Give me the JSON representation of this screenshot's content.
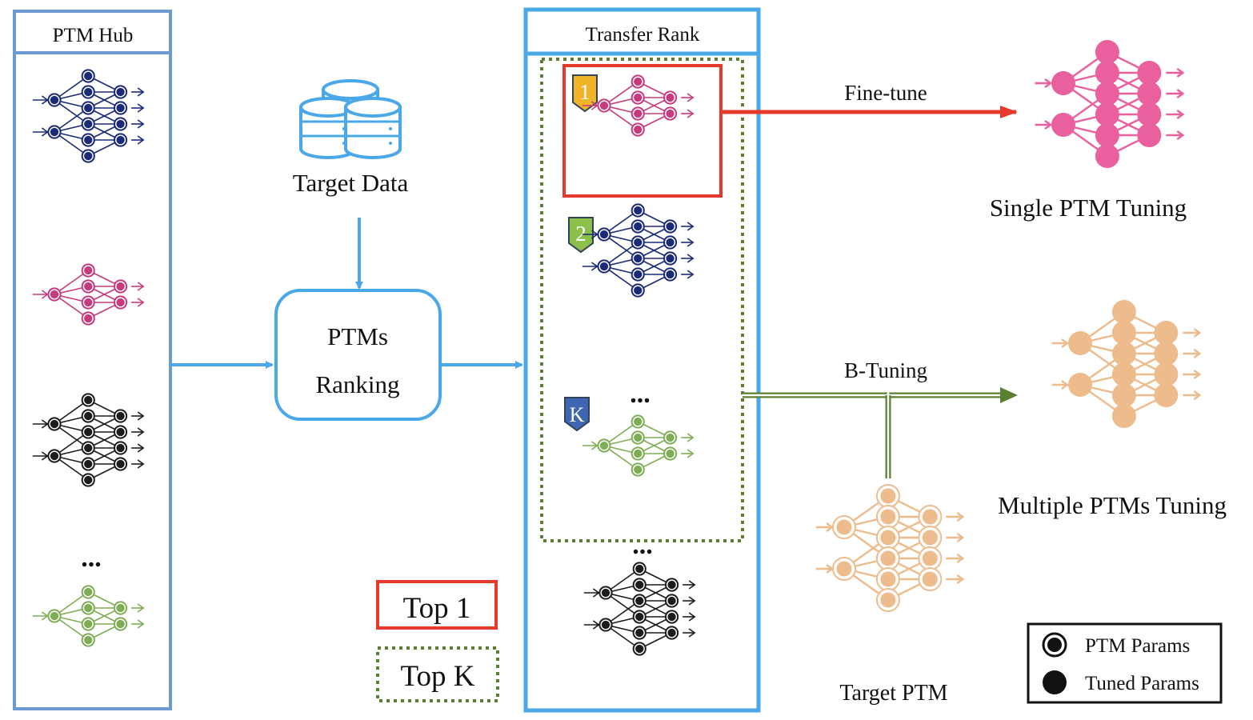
{
  "hub": {
    "title": "PTM Hub",
    "ellipsis": "..."
  },
  "target_data": {
    "label": "Target Data"
  },
  "ranking": {
    "line1": "PTMs",
    "line2": "Ranking"
  },
  "transfer_rank": {
    "title": "Transfer Rank",
    "ellipsis_mid": "...",
    "ellipsis_bottom": "..."
  },
  "badges": {
    "first": "1",
    "second": "2",
    "kth": "K"
  },
  "fine_tune": {
    "label": "Fine-tune",
    "result": "Single PTM Tuning"
  },
  "b_tuning": {
    "label": "B-Tuning",
    "result": "Multiple PTMs Tuning"
  },
  "target_ptm": {
    "label": "Target PTM"
  },
  "keys": {
    "top1": "Top 1",
    "topk": "Top K"
  },
  "legend": {
    "ptm_params": "PTM Params",
    "tuned_params": "Tuned Params"
  },
  "colors": {
    "navy": "#1a2a78",
    "pink": "#c83a7e",
    "black": "#1c1c1c",
    "green": "#7fad55",
    "salmon": "#eebb8c",
    "hot_pink": "#ea5f9e",
    "blue_frame": "#4aa8e8",
    "hub_frame": "#6b9bd1",
    "red": "#e5392b",
    "dark_green": "#5a7f30",
    "gold_badge": "#f0b428",
    "green_badge": "#8dc04a",
    "blue_badge": "#3e66b3"
  }
}
